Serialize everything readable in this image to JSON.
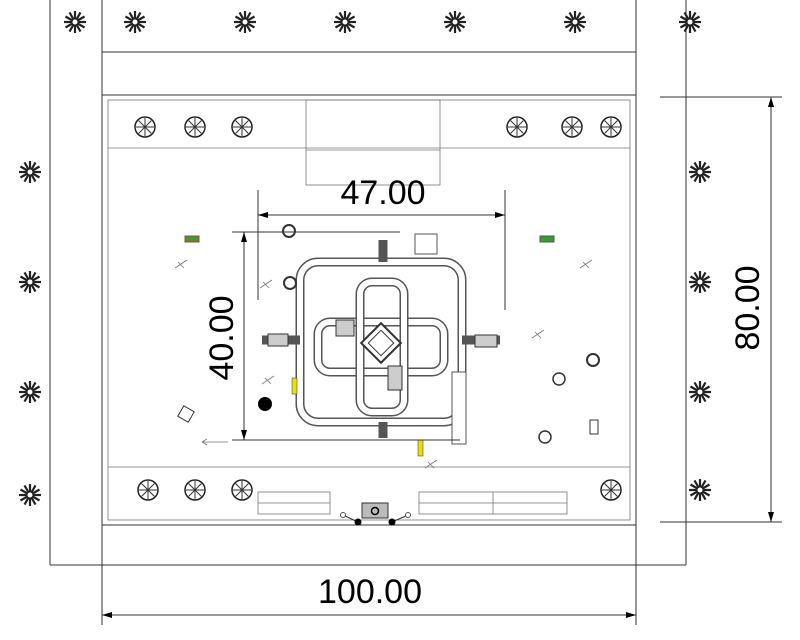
{
  "drawing": {
    "dimensions": {
      "top_width": "47.00",
      "left_height": "40.00",
      "right_height": "80.00",
      "bottom_width": "100.00"
    },
    "colors": {
      "line": "#333333",
      "accent_yellow": "#e8e000",
      "accent_red": "#d03030",
      "accent_green": "#30a030"
    }
  }
}
